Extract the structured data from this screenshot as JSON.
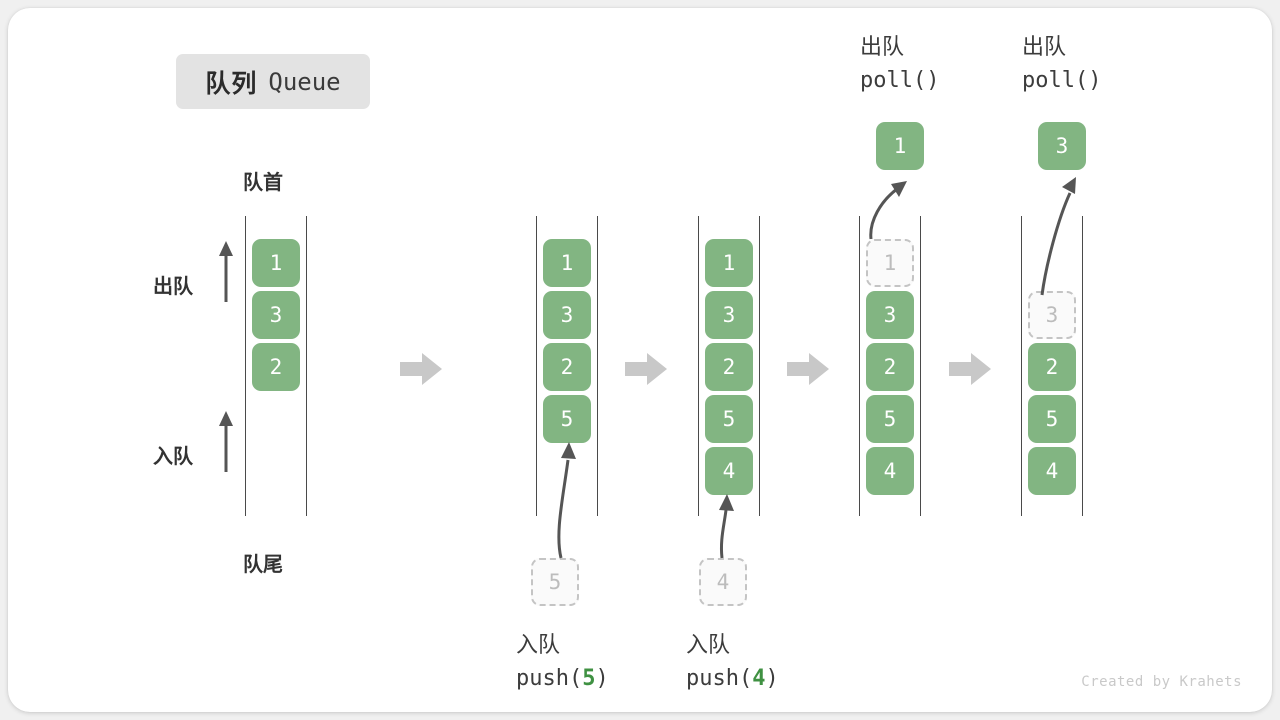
{
  "title": {
    "cn": "队列",
    "en": "Queue"
  },
  "labels": {
    "front": "队首",
    "rear": "队尾",
    "dequeue_side": "出队",
    "enqueue_side": "入队"
  },
  "operations": {
    "push5": {
      "cn": "入队",
      "fn_prefix": "push(",
      "arg": "5",
      "fn_suffix": ")"
    },
    "push4": {
      "cn": "入队",
      "fn_prefix": "push(",
      "arg": "4",
      "fn_suffix": ")"
    },
    "poll1": {
      "cn": "出队",
      "fn_prefix": "poll(",
      "arg": "",
      "fn_suffix": ")"
    },
    "poll2": {
      "cn": "出队",
      "fn_prefix": "poll(",
      "arg": "",
      "fn_suffix": ")"
    }
  },
  "colors": {
    "cell_fill": "#82b582",
    "cell_text": "#ffffff",
    "ghost_fill": "#fafafa",
    "ghost_border": "#c4c4c4",
    "ghost_text": "#bcbcbc",
    "rail": "#4a4a4a",
    "flow_arrow": "#c8c8c8",
    "accent_num": "#3f9142",
    "badge_bg": "#e3e3e3"
  },
  "columns": [
    {
      "name": "initial-queue",
      "cells": [
        {
          "value": "1",
          "state": "filled",
          "slot": 0
        },
        {
          "value": "3",
          "state": "filled",
          "slot": 1
        },
        {
          "value": "2",
          "state": "filled",
          "slot": 2
        }
      ]
    },
    {
      "name": "after-push-5",
      "cells": [
        {
          "value": "1",
          "state": "filled",
          "slot": 0
        },
        {
          "value": "3",
          "state": "filled",
          "slot": 1
        },
        {
          "value": "2",
          "state": "filled",
          "slot": 2
        },
        {
          "value": "5",
          "state": "filled",
          "slot": 3
        }
      ],
      "incoming": {
        "value": "5",
        "state": "ghost"
      }
    },
    {
      "name": "after-push-4",
      "cells": [
        {
          "value": "1",
          "state": "filled",
          "slot": 0
        },
        {
          "value": "3",
          "state": "filled",
          "slot": 1
        },
        {
          "value": "2",
          "state": "filled",
          "slot": 2
        },
        {
          "value": "5",
          "state": "filled",
          "slot": 3
        },
        {
          "value": "4",
          "state": "filled",
          "slot": 4
        }
      ],
      "incoming": {
        "value": "4",
        "state": "ghost"
      }
    },
    {
      "name": "after-poll-1",
      "cells": [
        {
          "value": "1",
          "state": "ghost",
          "slot": 0
        },
        {
          "value": "3",
          "state": "filled",
          "slot": 1
        },
        {
          "value": "2",
          "state": "filled",
          "slot": 2
        },
        {
          "value": "5",
          "state": "filled",
          "slot": 3
        },
        {
          "value": "4",
          "state": "filled",
          "slot": 4
        }
      ],
      "outgoing": {
        "value": "1",
        "state": "filled"
      }
    },
    {
      "name": "after-poll-3",
      "cells": [
        {
          "value": "3",
          "state": "ghost",
          "slot": 1
        },
        {
          "value": "2",
          "state": "filled",
          "slot": 2
        },
        {
          "value": "5",
          "state": "filled",
          "slot": 3
        },
        {
          "value": "4",
          "state": "filled",
          "slot": 4
        }
      ],
      "outgoing": {
        "value": "3",
        "state": "filled"
      }
    }
  ],
  "footer": {
    "credit": "Created by Krahets"
  }
}
